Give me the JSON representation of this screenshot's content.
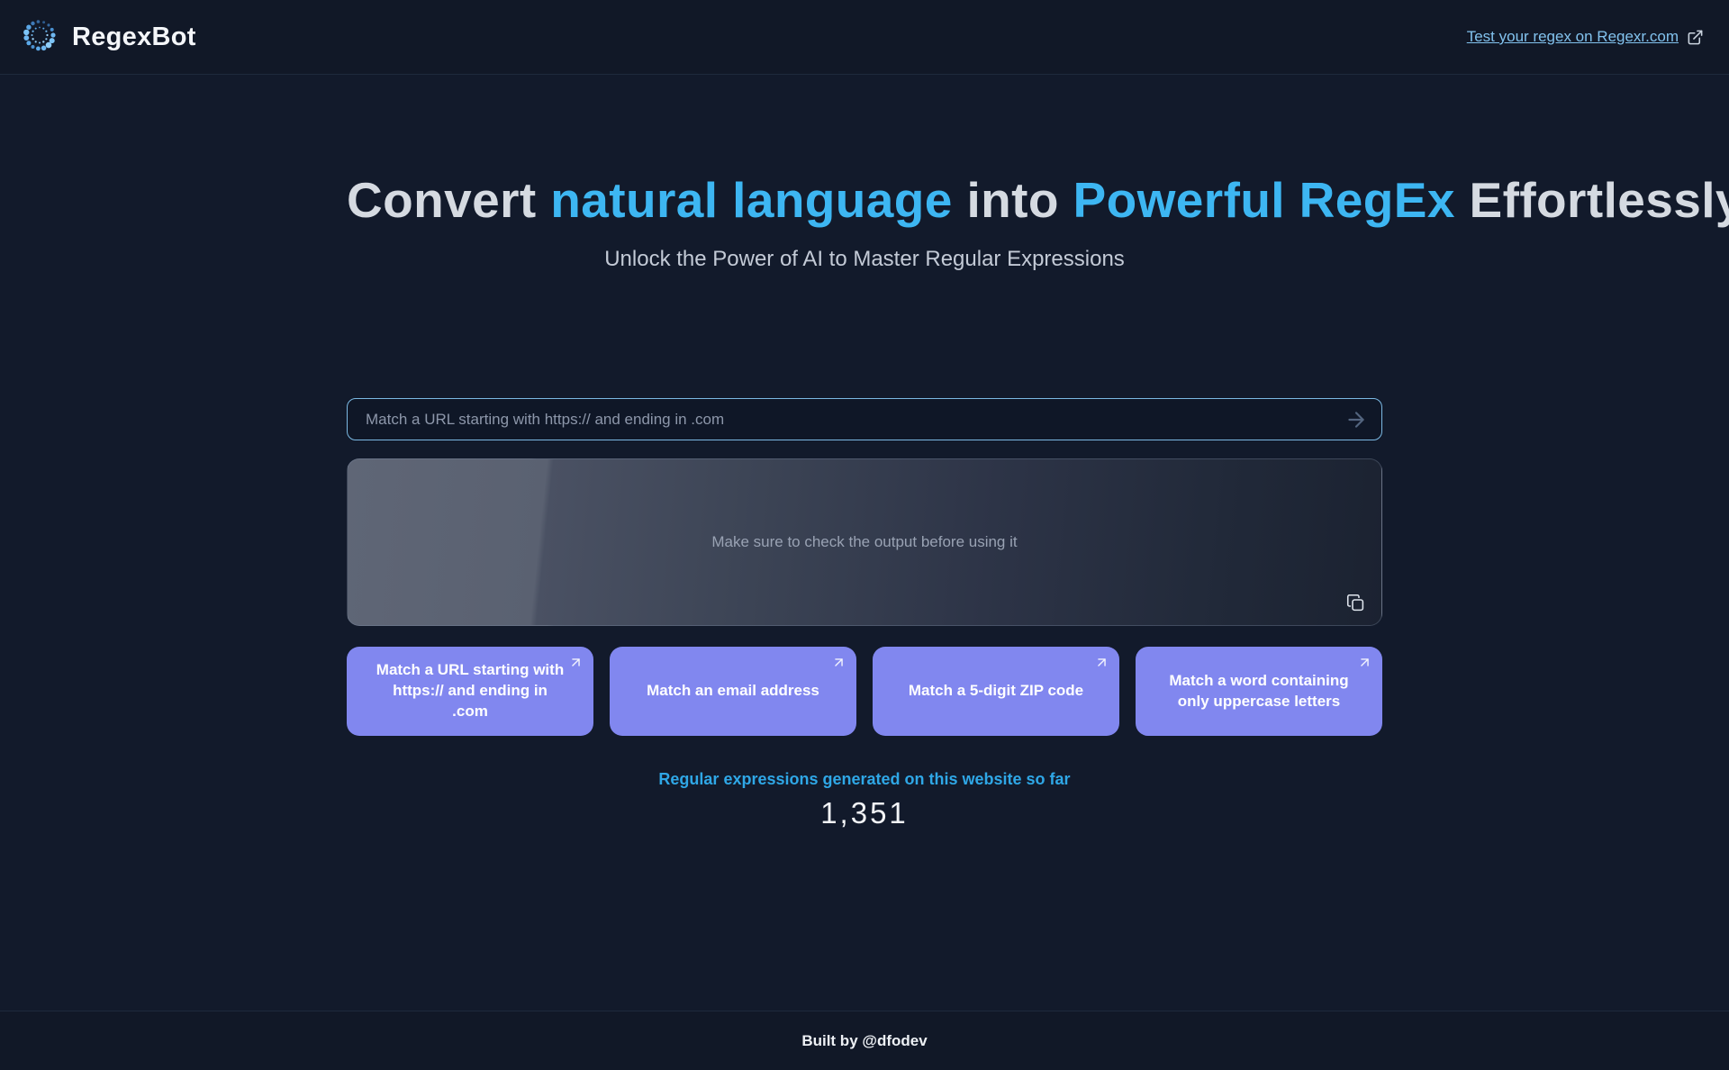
{
  "header": {
    "brand": "RegexBot",
    "regexr_link_label": "Test your regex on Regexr.com"
  },
  "hero": {
    "title_parts": [
      {
        "text": "Convert ",
        "highlight": false
      },
      {
        "text": "natural language",
        "highlight": true
      },
      {
        "text": " into ",
        "highlight": false
      },
      {
        "text": "Powerful RegEx",
        "highlight": true
      },
      {
        "text": " Effortlessly",
        "highlight": false
      }
    ],
    "subtitle": "Unlock the Power of AI to Master Regular Expressions"
  },
  "converter": {
    "input_placeholder": "Match a URL starting with https:// and ending in .com",
    "output_hint": "Make sure to check the output before using it"
  },
  "suggestions": [
    "Match a URL starting with https:// and ending in .com",
    "Match an email address",
    "Match a 5-digit ZIP code",
    "Match a word containing only uppercase letters"
  ],
  "stats": {
    "label": "Regular expressions generated on this website so far",
    "count": "1,351"
  },
  "footer": {
    "credit": "Built by @dfodev"
  },
  "icons": {
    "logo": "dotted-ring-logo",
    "external_link": "external-link-icon",
    "submit": "arrow-right-icon",
    "copy": "copy-icon",
    "suggestion_arrow": "arrow-up-right-icon"
  },
  "colors": {
    "page_background": "#121a2b",
    "header_footer_background": "#111827",
    "heading_gray": "#d5dae1",
    "accent_blue": "#3db6f2",
    "link_blue": "#82c2ee",
    "input_border_blue": "#7bb9e3",
    "suggestion_purple": "#8187ef",
    "stats_blue": "#2fa7e6"
  }
}
